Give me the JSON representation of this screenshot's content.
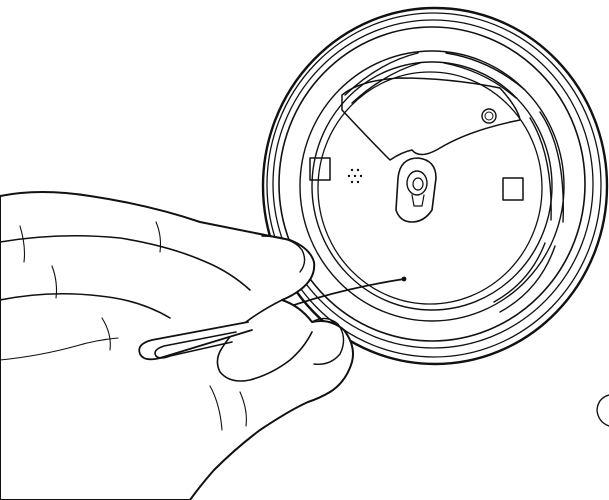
{
  "colors": {
    "line": "#111111",
    "background": "#ffffff"
  },
  "scene": {
    "objects": [
      "round-device",
      "hand",
      "paperclip",
      "reset-hole"
    ]
  }
}
